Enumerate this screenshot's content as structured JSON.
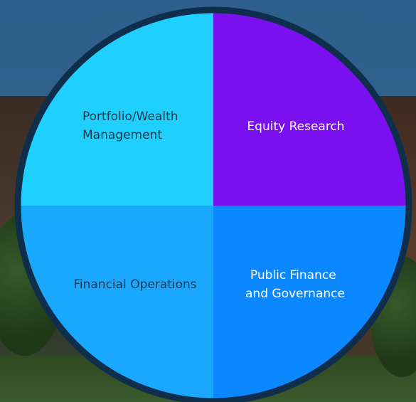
{
  "diagram": {
    "segments": [
      {
        "id": "top-left",
        "lines": [
          "Portfolio/Wealth",
          "Management"
        ],
        "fill": "#1fd0ff",
        "text_color": "#1c3b4a"
      },
      {
        "id": "top-right",
        "lines": [
          "Equity Research"
        ],
        "fill": "#7a0ff0",
        "text_color": "#ffffff"
      },
      {
        "id": "bottom-left",
        "lines": [
          "Financial Operations"
        ],
        "fill": "#1aa8ff",
        "text_color": "#173a55"
      },
      {
        "id": "bottom-right",
        "lines": [
          "Public Finance",
          "and Governance"
        ],
        "fill": "#0b87ff",
        "text_color": "#ffffff"
      }
    ],
    "border_color": "#0e2e4c"
  }
}
